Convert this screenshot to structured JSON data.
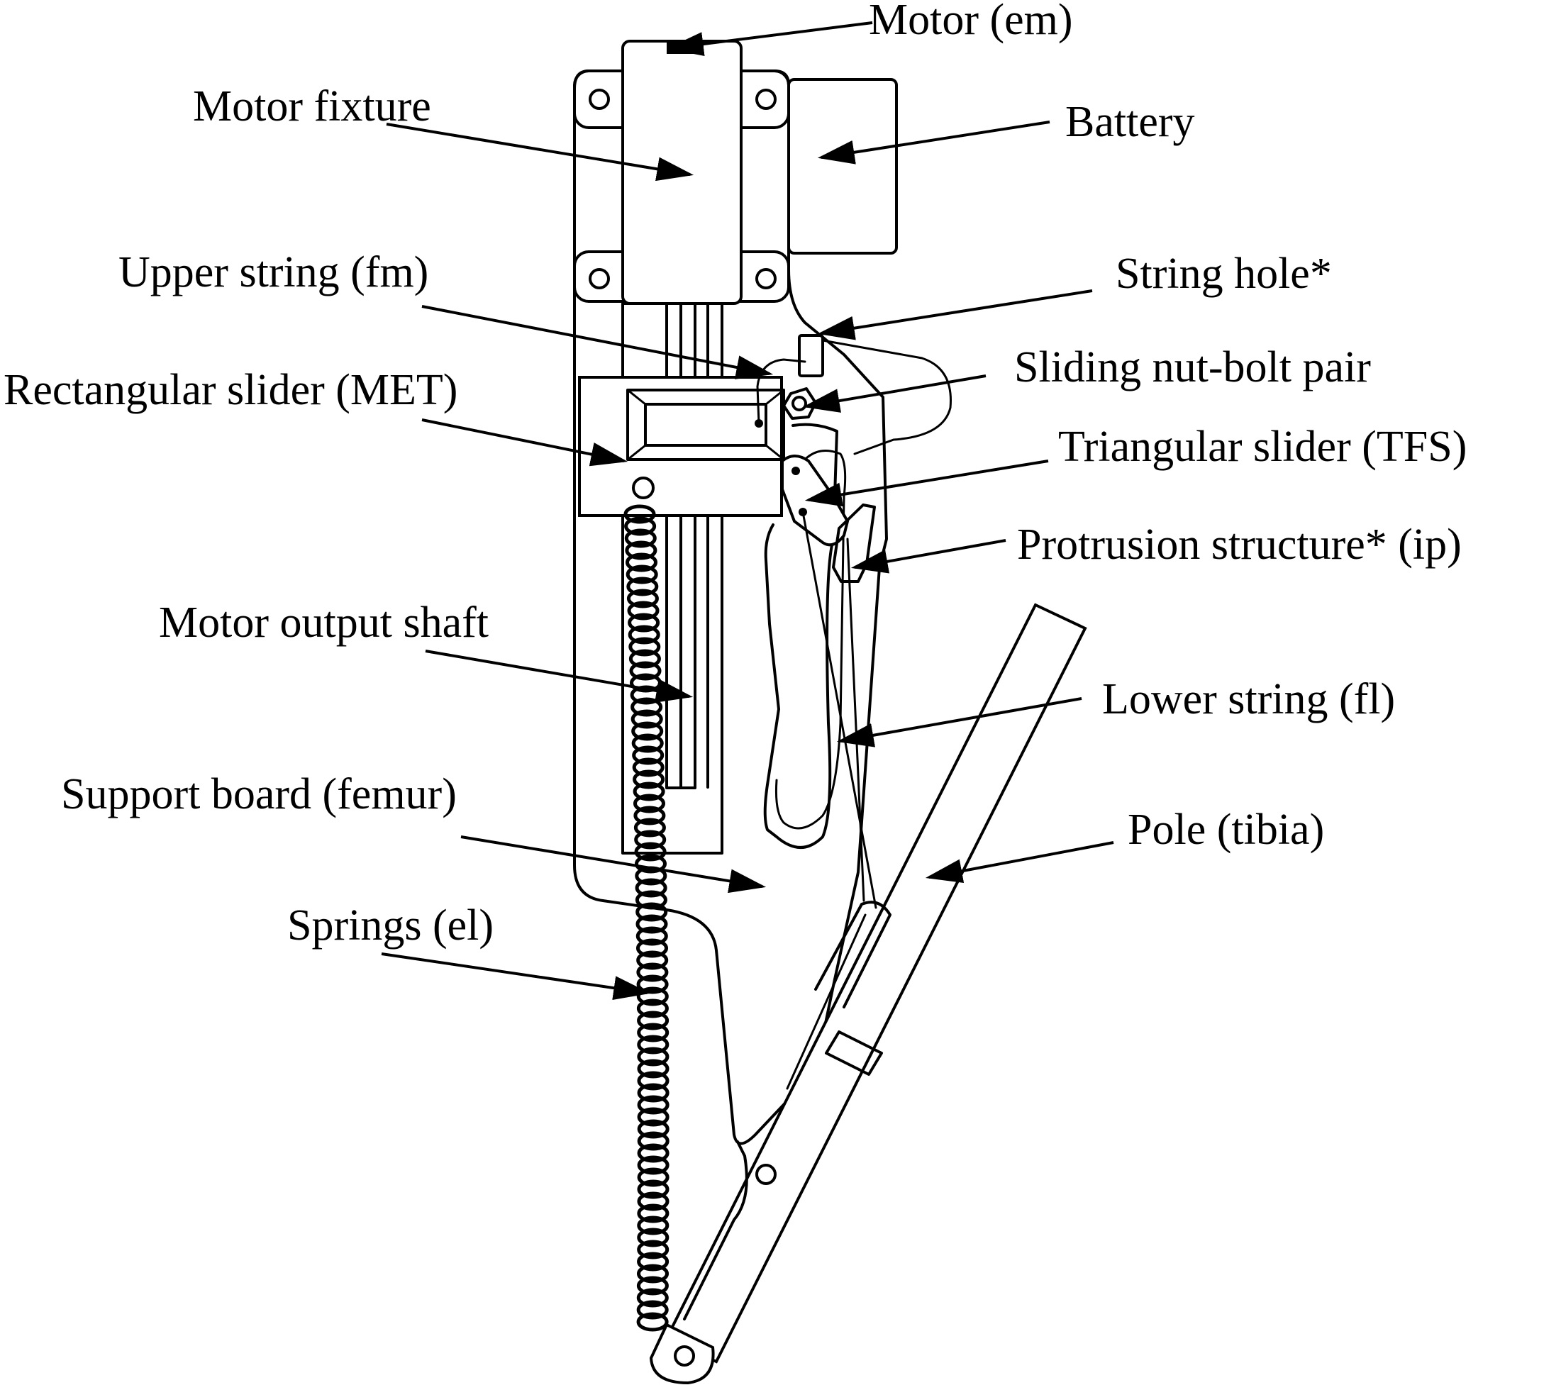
{
  "labels": {
    "motor": "Motor (em)",
    "motor_fixture": "Motor fixture",
    "battery": "Battery",
    "upper_string": "Upper string (fm)",
    "string_hole": "String hole*",
    "rect_slider": "Rectangular slider (MET)",
    "sliding_nut": "Sliding nut-bolt pair",
    "tri_slider": "Triangular slider (TFS)",
    "protrusion": "Protrusion structure* (ip)",
    "motor_shaft": "Motor output shaft",
    "lower_string": "Lower string (fl)",
    "support_board": "Support board (femur)",
    "pole": "Pole (tibia)",
    "springs": "Springs (el)"
  },
  "colors": {
    "line": "#000000",
    "background": "#ffffff"
  }
}
